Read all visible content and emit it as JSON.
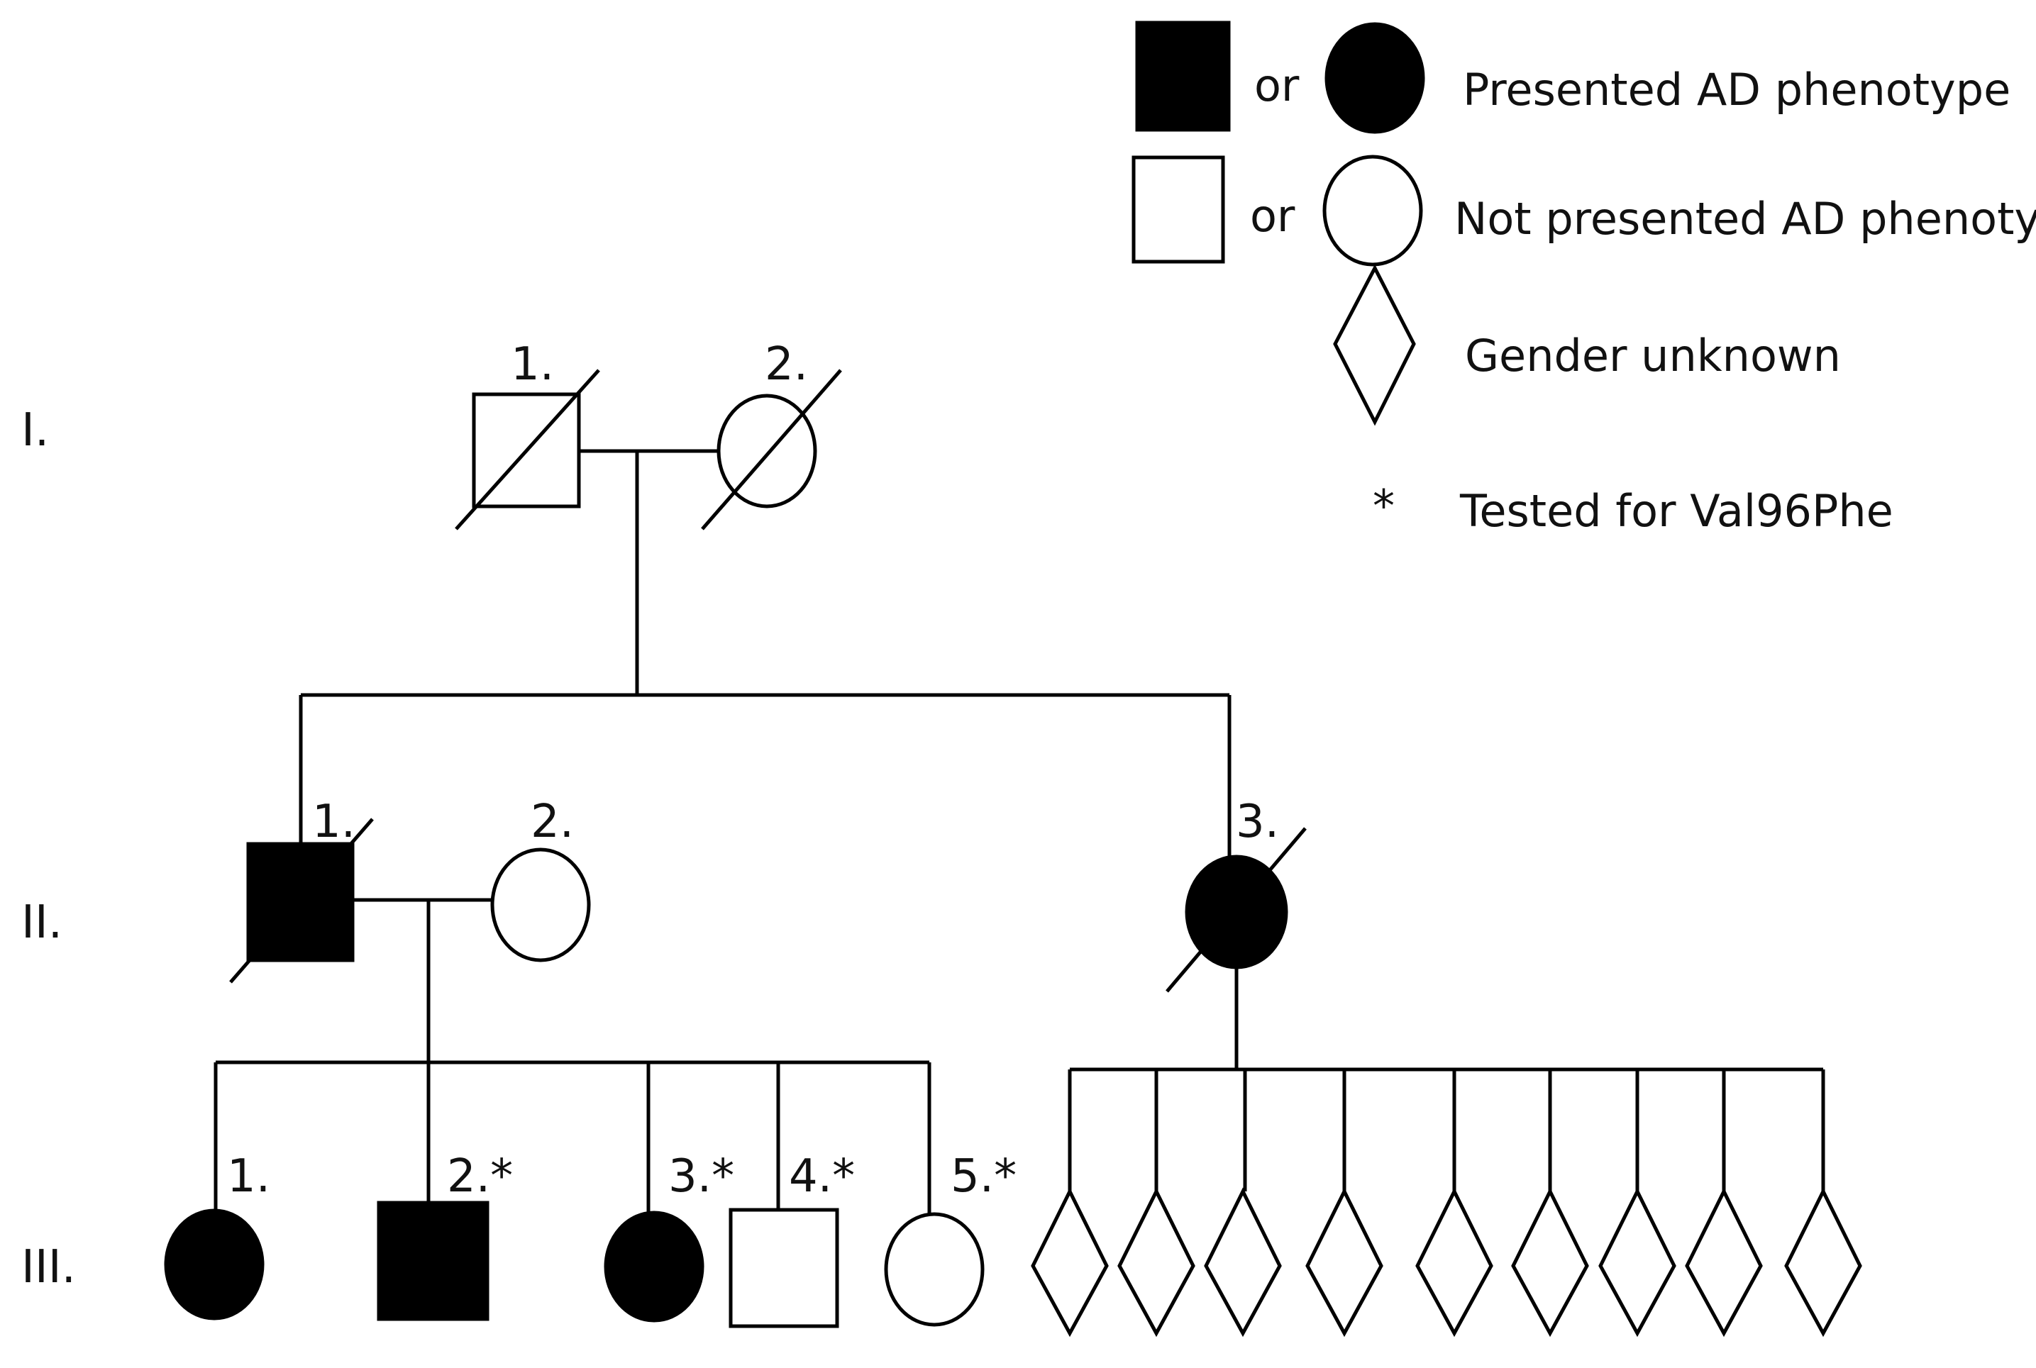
{
  "legend": {
    "affected_text": "Presented AD phenotype",
    "unaffected_text": "Not presented AD phenotype",
    "gender_unknown_text": "Gender unknown",
    "tested_symbol": "*",
    "tested_text": "Tested for Val96Phe",
    "or_text_1": "or",
    "or_text_2": "or"
  },
  "generations": {
    "g1": "I.",
    "g2": "II.",
    "g3": "III."
  },
  "individuals": {
    "I1": {
      "label": "1.",
      "sex": "male",
      "affected": false,
      "deceased": true
    },
    "I2": {
      "label": "2.",
      "sex": "female",
      "affected": false,
      "deceased": true
    },
    "II1": {
      "label": "1.",
      "sex": "male",
      "affected": true,
      "deceased": true
    },
    "II2": {
      "label": "2.",
      "sex": "female",
      "affected": false,
      "deceased": false
    },
    "II3": {
      "label": "3.",
      "sex": "female",
      "affected": true,
      "deceased": true
    },
    "III1": {
      "label": "1.",
      "sex": "female",
      "affected": true,
      "tested": false
    },
    "III2": {
      "label": "2.*",
      "sex": "male",
      "affected": true,
      "tested": true
    },
    "III3": {
      "label": "3.*",
      "sex": "female",
      "affected": true,
      "tested": true
    },
    "III4": {
      "label": "4.*",
      "sex": "male",
      "affected": false,
      "tested": true
    },
    "III5": {
      "label": "5.*",
      "sex": "female",
      "affected": false,
      "tested": true
    }
  },
  "unknown_gender_offspring_count": 9,
  "colors": {
    "line": "#000000",
    "affected_fill": "#000000",
    "unaffected_fill": "#ffffff"
  }
}
